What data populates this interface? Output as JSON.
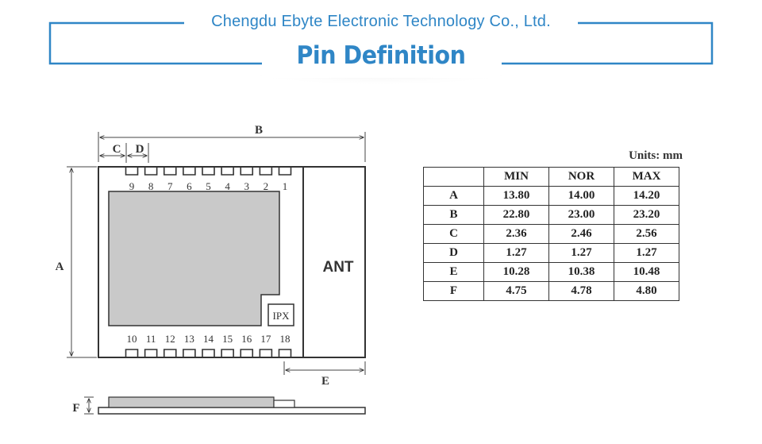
{
  "header": {
    "company": "Chengdu Ebyte Electronic Technology Co., Ltd.",
    "title": "Pin Definition",
    "accent_color": "#2f86c6"
  },
  "drawing": {
    "top_pins": [
      "9",
      "8",
      "7",
      "6",
      "5",
      "4",
      "3",
      "2",
      "1"
    ],
    "bottom_pins": [
      "10",
      "11",
      "12",
      "13",
      "14",
      "15",
      "16",
      "17",
      "18"
    ],
    "antenna_label": "ANT",
    "ipx_label": "IPX",
    "dim_labels": {
      "a": "A",
      "b": "B",
      "c": "C",
      "d": "D",
      "e": "E",
      "f": "F"
    }
  },
  "table": {
    "units": "Units: mm",
    "columns": [
      "",
      "MIN",
      "NOR",
      "MAX"
    ],
    "rows": [
      [
        "A",
        "13.80",
        "14.00",
        "14.20"
      ],
      [
        "B",
        "22.80",
        "23.00",
        "23.20"
      ],
      [
        "C",
        "2.36",
        "2.46",
        "2.56"
      ],
      [
        "D",
        "1.27",
        "1.27",
        "1.27"
      ],
      [
        "E",
        "10.28",
        "10.38",
        "10.48"
      ],
      [
        "F",
        "4.75",
        "4.78",
        "4.80"
      ]
    ]
  }
}
